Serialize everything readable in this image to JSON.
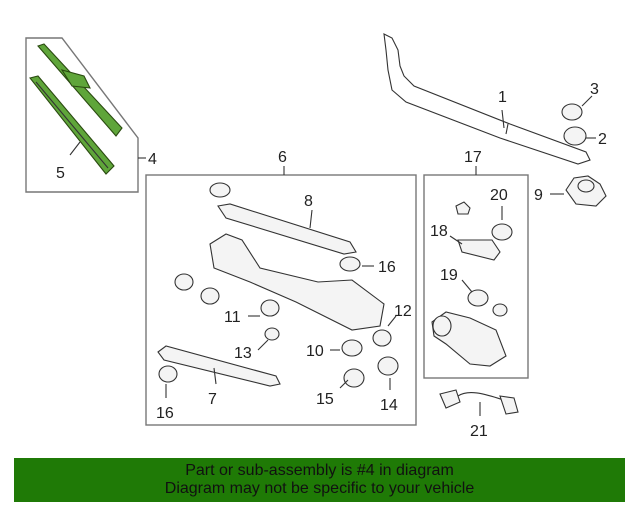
{
  "callouts": {
    "c1": "1",
    "c2": "2",
    "c3": "3",
    "c4": "4",
    "c5": "5",
    "c6": "6",
    "c7": "7",
    "c8": "8",
    "c9": "9",
    "c10": "10",
    "c11": "11",
    "c12": "12",
    "c13": "13",
    "c14": "14",
    "c15": "15",
    "c16a": "16",
    "c16b": "16",
    "c17": "17",
    "c18": "18",
    "c19": "19",
    "c20": "20",
    "c21": "21"
  },
  "banner": {
    "line1": "Part or sub-assembly is #4 in diagram",
    "line2": "Diagram may not be specific to your vehicle"
  },
  "colors": {
    "highlight": "#5fa53a",
    "banner_bg": "#1f7a06"
  }
}
